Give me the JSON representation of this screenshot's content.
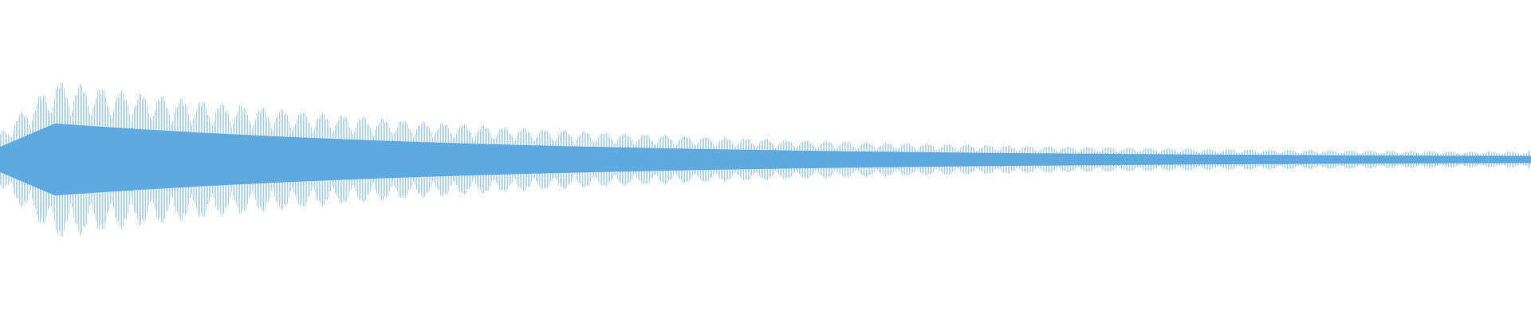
{
  "waveform": {
    "color": "#5DA9E0",
    "background": "#FFFFFF",
    "peak_amplitude": 0.5,
    "decay_floor": 0.03,
    "attack_fraction": 0.036,
    "lobe_count": 76,
    "lobe_depth": 0.42
  }
}
